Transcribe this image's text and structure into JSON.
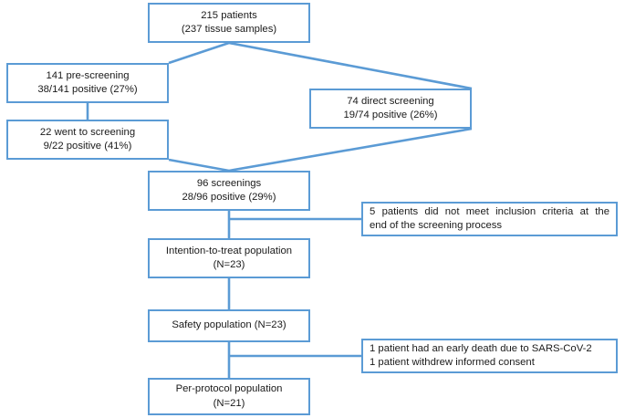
{
  "diagram": {
    "type": "flowchart",
    "title": "Patient screening and population flow diagram",
    "colors": {
      "border": "#5B9BD5",
      "connector": "#5B9BD5",
      "text": "#1a1a1a",
      "background": "#ffffff"
    },
    "nodes": {
      "total": {
        "line1": "215 patients",
        "line2": "(237 tissue samples)"
      },
      "prescreening": {
        "line1": "141 pre-screening",
        "line2": "38/141 positive (27%)"
      },
      "direct_screening": {
        "line1": "74 direct screening",
        "line2": "19/74 positive (26%)"
      },
      "went_to_screening": {
        "line1": "22 went to screening",
        "line2": "9/22 positive (41%)"
      },
      "screenings": {
        "line1": "96 screenings",
        "line2": "28/96 positive (29%)"
      },
      "excluded": {
        "line1": "5 patients did not meet inclusion criteria at the",
        "line2": "end of the screening process"
      },
      "intention_to_treat": {
        "line1": "Intention-to-treat population",
        "line2": "(N=23)"
      },
      "safety": {
        "line1": "Safety population (N=23)"
      },
      "withdrawn": {
        "line1": "1 patient had an early death due to SARS-CoV-2",
        "line2": "1 patient withdrew informed consent"
      },
      "per_protocol": {
        "line1": "Per-protocol population",
        "line2": "(N=21)"
      }
    }
  }
}
